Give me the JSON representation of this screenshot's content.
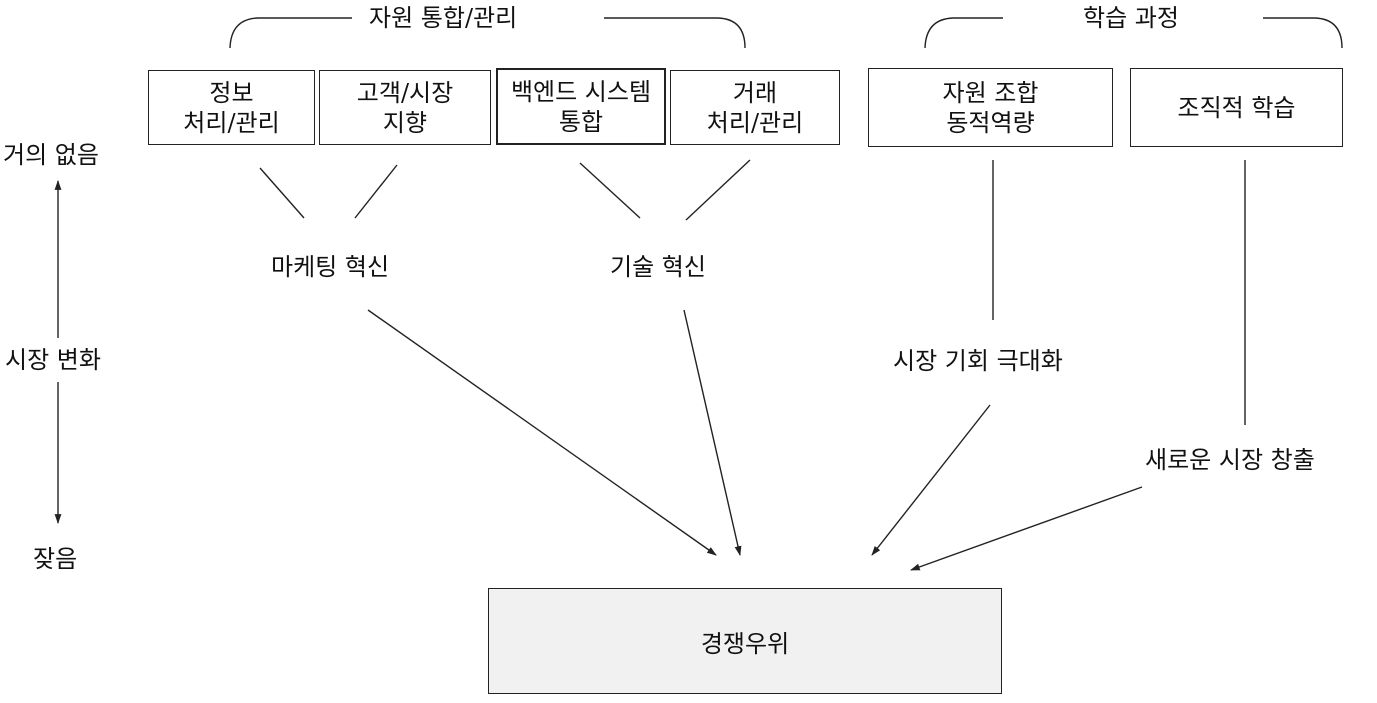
{
  "groups": {
    "resource": "자원 통합/관리",
    "learning": "학습 과정"
  },
  "boxes": {
    "info": [
      "정보",
      "처리/관리"
    ],
    "customer": [
      "고객/시장",
      "지향"
    ],
    "backend": [
      "백엔드 시스템",
      "통합"
    ],
    "transaction": [
      "거래",
      "처리/관리"
    ],
    "combination": [
      "자원 조합",
      "동적역량"
    ],
    "org_learning": [
      "조직적 학습"
    ]
  },
  "outcomes": {
    "marketing": "마케팅 혁신",
    "tech": "기술 혁신",
    "maximize": "시장 기회 극대화",
    "new_market": "새로운 시장 창출"
  },
  "axis": {
    "top": "거의 없음",
    "middle": "시장 변화",
    "bottom": "잦음"
  },
  "result": "경쟁우위",
  "colors": {
    "line": "#222222",
    "result_fill": "#f1f1f1"
  }
}
